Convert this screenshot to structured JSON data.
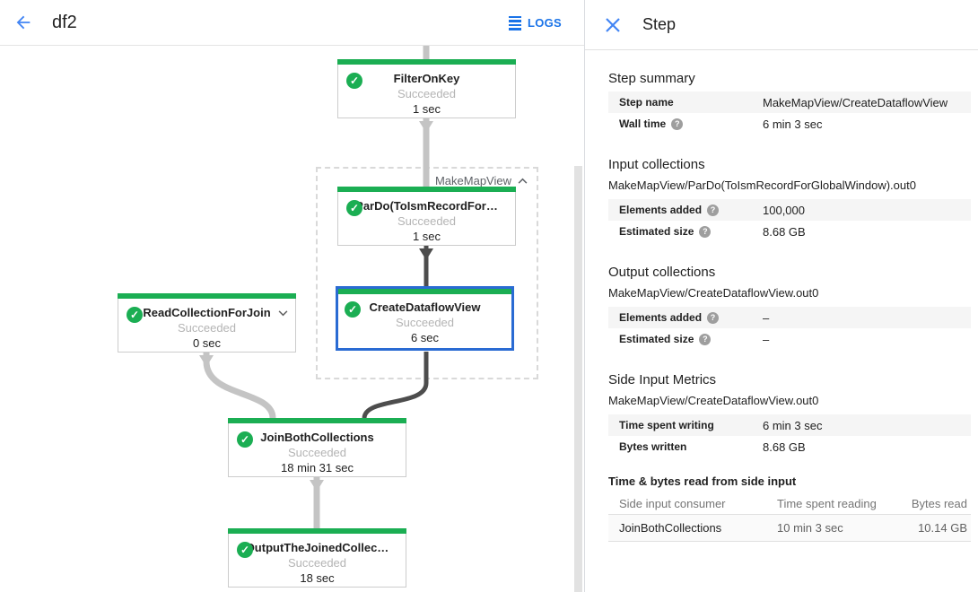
{
  "header": {
    "title": "df2",
    "logs_label": "LOGS"
  },
  "panel": {
    "title": "Step",
    "step_summary": {
      "heading": "Step summary",
      "rows": [
        {
          "label": "Step name",
          "value": "MakeMapView/CreateDataflowView"
        },
        {
          "label": "Wall time",
          "value": "6 min 3 sec"
        }
      ]
    },
    "input_collections": {
      "heading": "Input collections",
      "collection": "MakeMapView/ParDo(ToIsmRecordForGlobalWindow).out0",
      "rows": [
        {
          "label": "Elements added",
          "value": "100,000"
        },
        {
          "label": "Estimated size",
          "value": "8.68 GB"
        }
      ]
    },
    "output_collections": {
      "heading": "Output collections",
      "collection": "MakeMapView/CreateDataflowView.out0",
      "rows": [
        {
          "label": "Elements added",
          "value": "–"
        },
        {
          "label": "Estimated size",
          "value": "–"
        }
      ]
    },
    "side_input_metrics": {
      "heading": "Side Input Metrics",
      "collection": "MakeMapView/CreateDataflowView.out0",
      "rows": [
        {
          "label": "Time spent writing",
          "value": "6 min 3 sec"
        },
        {
          "label": "Bytes written",
          "value": "8.68 GB"
        }
      ]
    },
    "side_input_table": {
      "heading": "Time & bytes read from side input",
      "columns": [
        "Side input consumer",
        "Time spent reading",
        "Bytes read"
      ],
      "row": [
        "JoinBothCollections",
        "10 min 3 sec",
        "10.14 GB"
      ]
    }
  },
  "graph": {
    "group_label": "MakeMapView",
    "nodes": [
      {
        "title": "FilterOnKey",
        "status": "Succeeded",
        "time": "1 sec"
      },
      {
        "title": "ParDo(ToIsmRecordFor…",
        "status": "Succeeded",
        "time": "1 sec"
      },
      {
        "title": "CreateDataflowView",
        "status": "Succeeded",
        "time": "6 sec"
      },
      {
        "title": "ReadCollectionForJoin",
        "status": "Succeeded",
        "time": "0 sec"
      },
      {
        "title": "JoinBothCollections",
        "status": "Succeeded",
        "time": "18 min 31 sec"
      },
      {
        "title": "OutputTheJoinedCollec…",
        "status": "Succeeded",
        "time": "18 sec"
      }
    ]
  },
  "icons": {
    "check": "✓",
    "help": "?"
  },
  "colors": {
    "green": "#1bae53",
    "accent_blue": "#4285f4",
    "logs_blue": "#1a73e8",
    "selected_border": "#2a6bd3"
  }
}
